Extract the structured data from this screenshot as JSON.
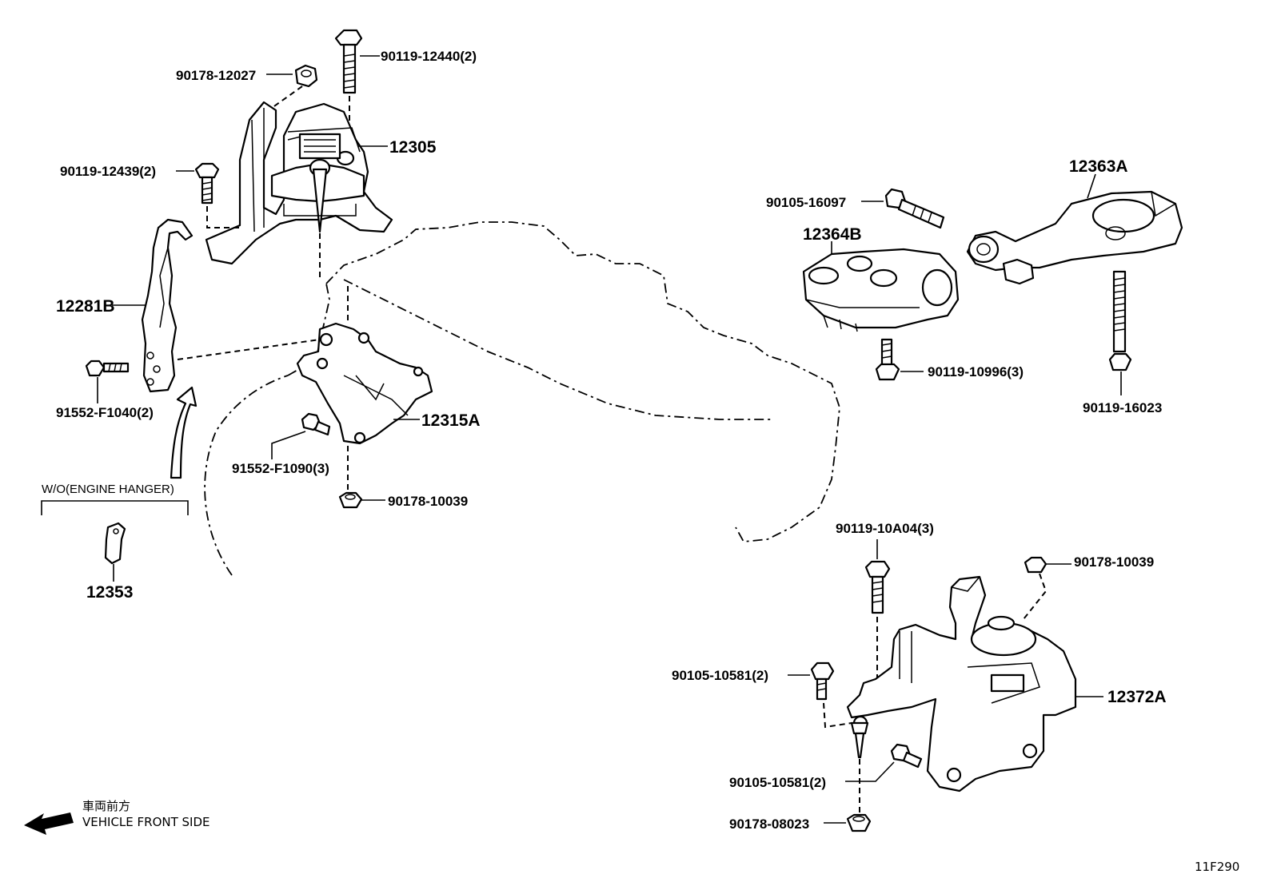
{
  "diagram": {
    "figure_id": "11F290",
    "front_side_jp": "車両前方",
    "front_side_en": "VEHICLE FRONT SIDE",
    "bracket_note": "W/O(ENGINE HANGER)",
    "parts": [
      {
        "id": "p_90119_12440",
        "label": "90119-12440(2)"
      },
      {
        "id": "p_90178_12027",
        "label": "90178-12027"
      },
      {
        "id": "p_12305",
        "label": "12305"
      },
      {
        "id": "p_90119_12439",
        "label": "90119-12439(2)"
      },
      {
        "id": "p_12281B",
        "label": "12281B"
      },
      {
        "id": "p_91552_F1040",
        "label": "91552-F1040(2)"
      },
      {
        "id": "p_12315A",
        "label": "12315A"
      },
      {
        "id": "p_91552_F1090",
        "label": "91552-F1090(3)"
      },
      {
        "id": "p_90178_10039_a",
        "label": "90178-10039"
      },
      {
        "id": "p_12353",
        "label": "12353"
      },
      {
        "id": "p_90105_16097",
        "label": "90105-16097"
      },
      {
        "id": "p_12364B",
        "label": "12364B"
      },
      {
        "id": "p_12363A",
        "label": "12363A"
      },
      {
        "id": "p_90119_10996",
        "label": "90119-10996(3)"
      },
      {
        "id": "p_90119_16023",
        "label": "90119-16023"
      },
      {
        "id": "p_90119_10A04",
        "label": "90119-10A04(3)"
      },
      {
        "id": "p_90178_10039_b",
        "label": "90178-10039"
      },
      {
        "id": "p_90105_10581_a",
        "label": "90105-10581(2)"
      },
      {
        "id": "p_12372A",
        "label": "12372A"
      },
      {
        "id": "p_90105_10581_b",
        "label": "90105-10581(2)"
      },
      {
        "id": "p_90178_08023",
        "label": "90178-08023"
      }
    ]
  }
}
